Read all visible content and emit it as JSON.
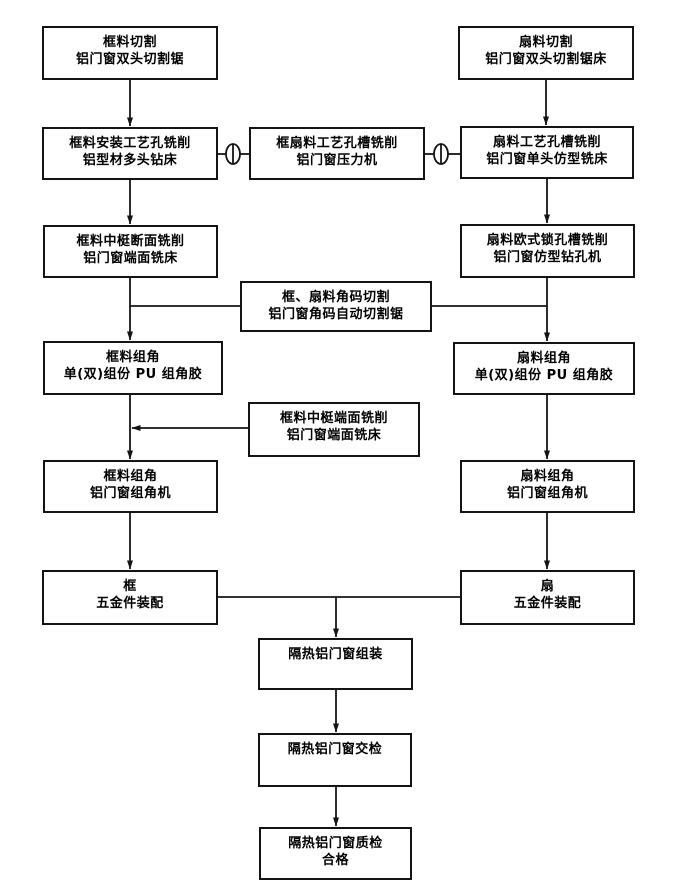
{
  "diagram": {
    "type": "flowchart",
    "language": "zh-CN",
    "subject": "thermal-break aluminum door/window production process"
  },
  "icons": {
    "junction": "phi-circle-junction-icon",
    "arrow": "solid-triangle-arrowhead"
  },
  "colors": {
    "line": "#141414",
    "box_fill": "#ffffff",
    "text": "#000000",
    "background": "#ffffff"
  },
  "nodes": {
    "frame_cut": {
      "line1": "框料切割",
      "line2": "铝门窗双头切割锯"
    },
    "sash_cut": {
      "line1": "扇料切割",
      "line2": "铝门窗双头切割锯床"
    },
    "frame_hole": {
      "line1": "框料安装工艺孔铣削",
      "line2": "铝型材多头钻床"
    },
    "frame_sash_slot": {
      "line1": "框扇料工艺孔槽铣削",
      "line2": "铝门窗压力机"
    },
    "sash_slot": {
      "line1": "扇料工艺孔槽铣削",
      "line2": "铝门窗单头仿型铣床"
    },
    "frame_mullion_section": {
      "line1": "框料中梃断面铣削",
      "line2": "铝门窗端面铣床"
    },
    "sash_lock": {
      "line1": "扇料欧式锁孔槽铣削",
      "line2": "铝门窗仿型钻孔机"
    },
    "corner_cut": {
      "line1": "框、扇料角码切割",
      "line2": "铝门窗角码自动切割锯"
    },
    "frame_corner_glue": {
      "line1": "框料组角",
      "line2": "单(双)组份 PU 组角胶"
    },
    "sash_corner_glue": {
      "line1": "扇料组角",
      "line2": "单(双)组份 PU 组角胶"
    },
    "frame_mullion_end": {
      "line1": "框料中梃端面铣削",
      "line2": "铝门窗端面铣床"
    },
    "frame_corner_machine": {
      "line1": "框料组角",
      "line2": "铝门窗组角机"
    },
    "sash_corner_machine": {
      "line1": "扇料组角",
      "line2": "铝门窗组角机"
    },
    "frame_hardware": {
      "line1": "框",
      "line2": "五金件装配"
    },
    "sash_hardware": {
      "line1": "扇",
      "line2": "五金件装配"
    },
    "assembly": {
      "line1": "隔热铝门窗组装",
      "line2": ""
    },
    "inspection": {
      "line1": "隔热铝门窗交检",
      "line2": ""
    },
    "quality": {
      "line1": "隔热铝门窗质检",
      "line2": "合格"
    }
  }
}
